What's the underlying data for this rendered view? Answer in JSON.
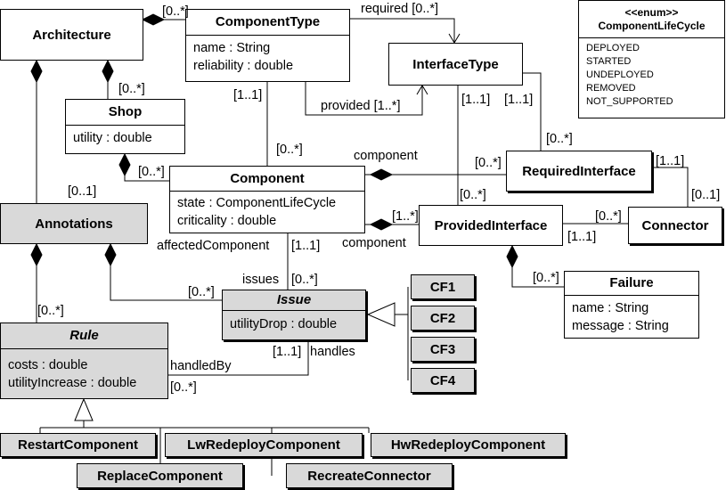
{
  "classes": {
    "architecture": {
      "name": "Architecture"
    },
    "component_type": {
      "name": "ComponentType",
      "attributes": [
        "name : String",
        "reliability : double"
      ]
    },
    "interface_type": {
      "name": "InterfaceType"
    },
    "enum_lifecycle": {
      "stereotype": "<<enum>>",
      "name": "ComponentLifeCycle",
      "literals": [
        "DEPLOYED",
        "STARTED",
        "UNDEPLOYED",
        "REMOVED",
        "NOT_SUPPORTED"
      ]
    },
    "shop": {
      "name": "Shop",
      "attributes": [
        "utility : double"
      ]
    },
    "component": {
      "name": "Component",
      "attributes": [
        "state : ComponentLifeCycle",
        "criticality : double"
      ]
    },
    "required_interface": {
      "name": "RequiredInterface"
    },
    "provided_interface": {
      "name": "ProvidedInterface"
    },
    "connector": {
      "name": "Connector"
    },
    "annotations": {
      "name": "Annotations"
    },
    "failure": {
      "name": "Failure",
      "attributes": [
        "name : String",
        "message : String"
      ]
    },
    "issue": {
      "name": "Issue",
      "attributes": [
        "utilityDrop : double"
      ]
    },
    "rule": {
      "name": "Rule",
      "attributes": [
        "costs : double",
        "utilityIncrease : double"
      ]
    },
    "cf1": {
      "name": "CF1"
    },
    "cf2": {
      "name": "CF2"
    },
    "cf3": {
      "name": "CF3"
    },
    "cf4": {
      "name": "CF4"
    },
    "restart_component": {
      "name": "RestartComponent"
    },
    "lw_redeploy_component": {
      "name": "LwRedeployComponent"
    },
    "hw_redeploy_component": {
      "name": "HwRedeployComponent"
    },
    "replace_component": {
      "name": "ReplaceComponent"
    },
    "recreate_connector": {
      "name": "RecreateConnector"
    }
  },
  "labels": {
    "arch_ct_mult": "[0..*]",
    "required_role": "required [0..*]",
    "arch_shop_mult": "[0..*]",
    "ct_comp_mult_top": "[1..1]",
    "provided_role": "provided [1..*]",
    "it_prov_mult": "[1..1]",
    "it_req_mult": "[1..1]",
    "comp_ct_mult": "[0..*]",
    "component_role_req": "component",
    "shop_comp_mult": "[0..*]",
    "req_mult_left": "[0..*]",
    "req_conn_mult": "[1..1]",
    "req_prov_mult": "[0..*]",
    "arch_ann_mult": "[0..1]",
    "conn_mult_right": "[0..1]",
    "enum_req_mult": "[0..*]",
    "prov_mult_left": "[1..*]",
    "component_role_prov": "component",
    "prov_conn_mult_a": "[0..*]",
    "prov_conn_mult_b": "[1..1]",
    "affected_component_role": "affectedComponent",
    "affected_mult": "[1..1]",
    "issues_role": "issues",
    "issues_mult": "[0..*]",
    "ann_issue_mult": "[0..*]",
    "failure_mult": "[0..*]",
    "ann_rule_mult": "[0..*]",
    "issue_rule_mult": "[1..1]",
    "handles_role": "handles",
    "handled_by_role": "handledBy",
    "handled_by_mult": "[0..*]"
  }
}
